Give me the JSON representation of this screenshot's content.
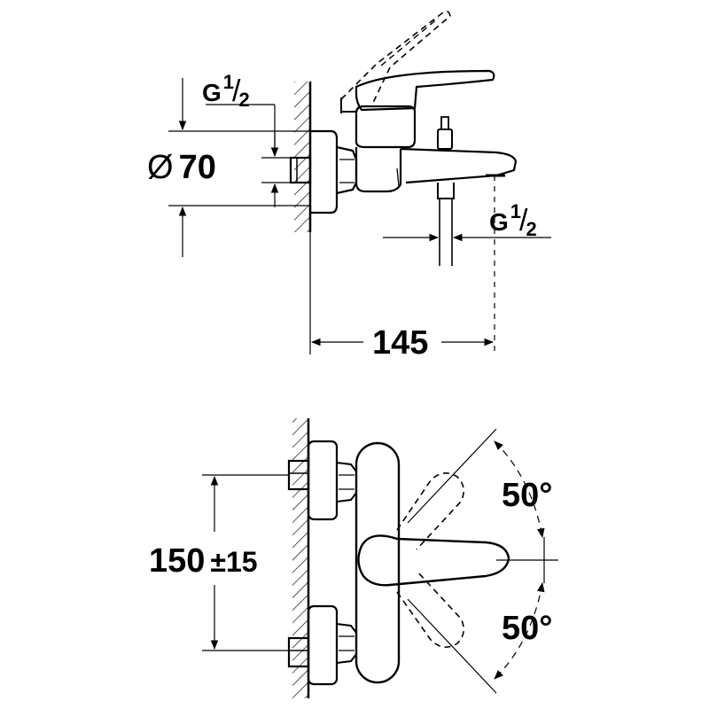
{
  "side_view": {
    "inlet_thread_top": {
      "prefix": "G",
      "num": "1",
      "slash": "/",
      "den": "2"
    },
    "inlet_thread_outlet": {
      "prefix": "G",
      "num": "1",
      "slash": "/",
      "den": "2"
    },
    "diameter_symbol": "Ø",
    "diameter_value": "70",
    "projection": "145"
  },
  "front_view": {
    "center_distance": "150",
    "tolerance": "±15",
    "angle_up": "50°",
    "angle_down": "50°"
  },
  "colors": {
    "line": "#000000",
    "background": "#ffffff"
  }
}
